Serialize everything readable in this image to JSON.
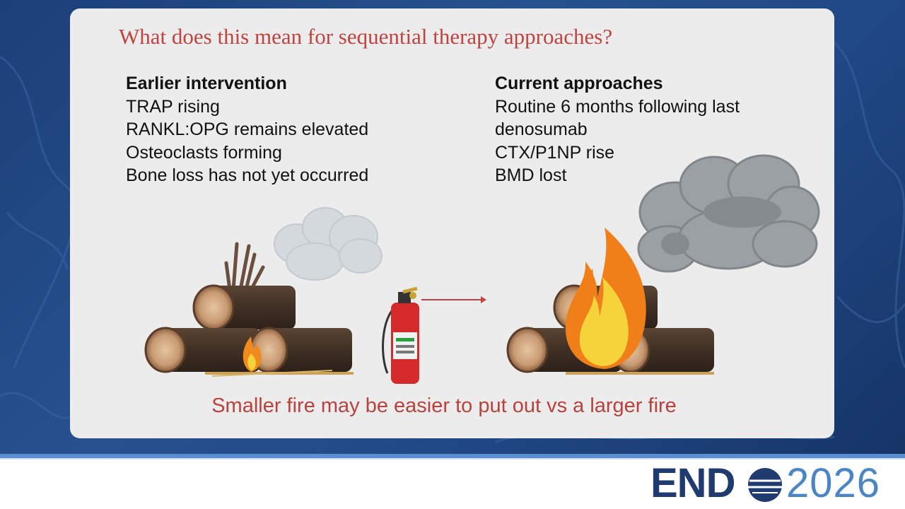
{
  "slide": {
    "title": "What does this mean for sequential therapy approaches?",
    "left": {
      "heading": "Earlier intervention",
      "items": [
        "TRAP rising",
        "RANKL:OPG remains elevated",
        "Osteoclasts forming",
        "Bone loss has not yet occurred"
      ]
    },
    "right": {
      "heading": "Current approaches",
      "items": [
        "Routine 6 months following last",
        "denosumab",
        "CTX/P1NP rise",
        "BMD lost"
      ]
    },
    "caption": "Smaller fire may be easier to put out vs a larger fire"
  },
  "logo": {
    "word_before": "END",
    "year": "2026"
  },
  "colors": {
    "title": "#c0433f",
    "caption": "#b8433e",
    "background": "#1f4682",
    "card": "#ececec",
    "logo_dark": "#1f3b70",
    "logo_light": "#4a86c6"
  },
  "icons": [
    "small-campfire-icon",
    "small-smoke-icon",
    "fire-extinguisher-icon",
    "arrow-right-icon",
    "large-campfire-icon",
    "large-smoke-icon",
    "globe-icon"
  ]
}
